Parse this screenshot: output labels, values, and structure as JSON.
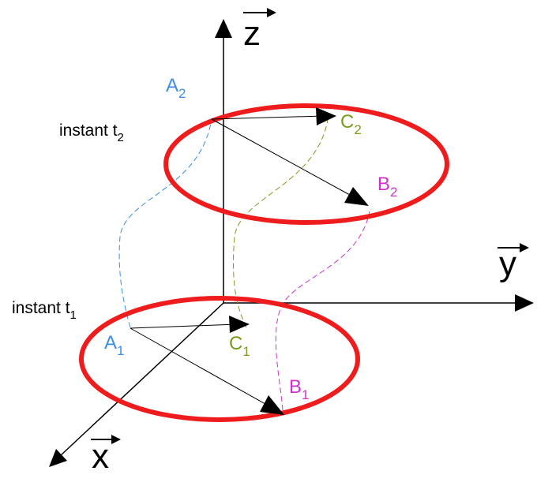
{
  "axes": {
    "z": "z",
    "y": "y",
    "x": "x"
  },
  "instants": {
    "t2": {
      "prefix": "instant t",
      "sub": "2"
    },
    "t1": {
      "prefix": "instant t",
      "sub": "1"
    }
  },
  "points": {
    "A2": {
      "letter": "A",
      "sub": "2"
    },
    "B2": {
      "letter": "B",
      "sub": "2"
    },
    "C2": {
      "letter": "C",
      "sub": "2"
    },
    "A1": {
      "letter": "A",
      "sub": "1"
    },
    "B1": {
      "letter": "B",
      "sub": "1"
    },
    "C1": {
      "letter": "C",
      "sub": "1"
    }
  },
  "colors": {
    "disk": "#ee1c1c",
    "a": "#3a8ee6",
    "b": "#cc33cc",
    "c": "#7a9a1e",
    "ink": "#000000"
  }
}
